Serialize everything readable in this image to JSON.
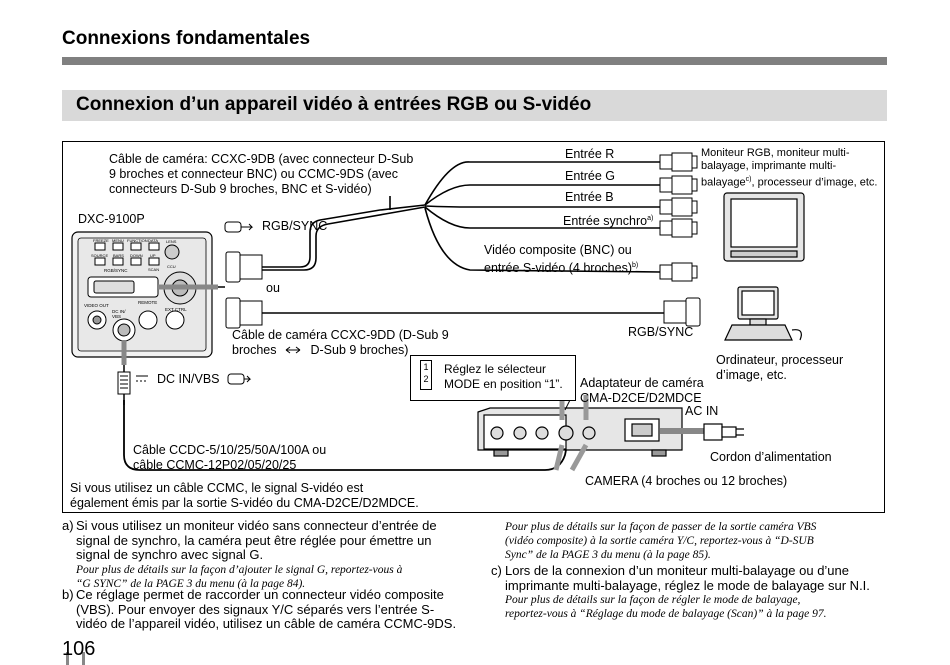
{
  "header": {
    "title": "Connexions fondamentales"
  },
  "section": {
    "title": "Connexion d’un appareil vidéo à entrées RGB ou S-vidéo"
  },
  "diagram": {
    "camera_cable": [
      "Câble de caméra: CCXC-9DB (avec connecteur D-Sub",
      "9 broches et connecteur BNC) ou CCMC-9DS (avec",
      "connecteurs D-Sub 9 broches, BNC et S-vidéo)"
    ],
    "camera_model": "DXC-9100P",
    "rgb_sync_in": "RGB/SYNC",
    "ou": "ou",
    "entree_r": "Entrée R",
    "entree_g": "Entrée G",
    "entree_b": "Entrée B",
    "entree_synchro": "Entrée synchro",
    "sup_a": "a)",
    "monitor_label": [
      "Moniteur RGB, moniteur multi-",
      "balayage, imprimante multi-",
      "balayage",
      ", processeur d’image, etc."
    ],
    "sup_c": "c)",
    "video_composite": [
      "Vidéo composite (BNC) ou",
      "entrée S-vidéo (4 broches)"
    ],
    "sup_b": "b)",
    "rgb_sync_out": "RGB/SYNC",
    "cable_9dd": [
      "Câble de caméra CCXC-9DD (D-Sub 9",
      "broches",
      "D-Sub 9 broches)"
    ],
    "computer_label": [
      "Ordinateur, processeur",
      "d’image, etc."
    ],
    "dc_in": "DC IN/VBS",
    "callout": [
      "Réglez le sélecteur",
      "MODE en position “1”."
    ],
    "switch_1": "1",
    "switch_2": "2",
    "adapter": [
      "Adaptateur de caméra",
      "CMA-D2CE/D2MDCE"
    ],
    "ac_in": "AC IN",
    "power_cord": "Cordon d’alimentation",
    "ccdc_cable": [
      "Câble CCDC-5/10/25/50A/100A ou",
      "câble CCMC-12P02/05/20/25"
    ],
    "camera_pins": "CAMERA (4 broches ou 12 broches)",
    "ccmc_note": [
      "Si vous utilisez un câble CCMC, le signal S-vidéo est",
      "également émis par la sortie S-vidéo du CMA-D2CE/D2MDCE."
    ],
    "panel_labels": {
      "freeze": "FREEZE",
      "menu": "MENU",
      "function": "FUNCTION",
      "data": "DATA",
      "lens": "LENS",
      "source": "SOURCE",
      "bars": "BARS",
      "down": "DOWN",
      "up": "UP",
      "scan": "SCAN",
      "ccu": "CCU",
      "rgb_sync": "RGB/SYNC",
      "video_out": "VIDEO OUT",
      "remote": "REMOTE",
      "dc_in_vbs": "DC IN/ VBS",
      "ext_ctrl": "EXT CTRL"
    }
  },
  "notes": {
    "a": {
      "marker": "a)",
      "lines": [
        "Si vous utilisez un moniteur vidéo sans connecteur d’entrée de",
        "signal de synchro, la caméra peut être réglée pour émettre un",
        "signal de synchro avec signal G."
      ],
      "ref": [
        "Pour plus de détails sur la façon d’ajouter le signal G, reportez-vous à",
        "“G SYNC” de la PAGE 3 du menu (à la page 84)."
      ]
    },
    "b": {
      "marker": "b)",
      "lines": [
        "Ce réglage permet de raccorder un connecteur vidéo composite",
        "(VBS). Pour envoyer des signaux Y/C séparés vers l’entrée S-",
        "vidéo de l’appareil vidéo, utilisez un câble de caméra CCMC-9DS."
      ]
    },
    "b_ref": [
      "Pour plus de détails sur la façon de passer de la sortie caméra VBS",
      "(vidéo composite) à la sortie caméra Y/C, reportez-vous à “D-SUB",
      "Sync” de la PAGE 3 du menu (à la page 85)."
    ],
    "c": {
      "marker": "c)",
      "lines": [
        "Lors de la connexion d’un moniteur multi-balayage ou d’une",
        "imprimante multi-balayage, réglez le mode de balayage sur N.I."
      ],
      "ref": [
        "Pour plus de détails sur la façon de régler le mode de balayage,",
        "reportez-vous à “Réglage du mode de balayage (Scan)” à la page 97."
      ]
    }
  },
  "page_number": "106"
}
